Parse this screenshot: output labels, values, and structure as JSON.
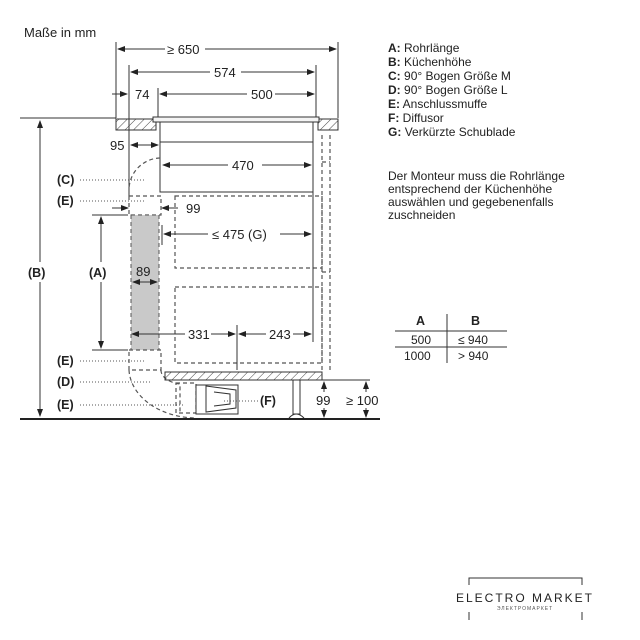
{
  "title": "Maße in mm",
  "dimensions": {
    "d650": "≥ 650",
    "d574": "574",
    "d74": "74",
    "d500": "500",
    "d95": "95",
    "d470": "470",
    "d99a": "99",
    "d475": "≤ 475 (G)",
    "d89": "89",
    "d331": "331",
    "d243": "243",
    "d99b": "99",
    "d100": "≥ 100"
  },
  "callouts": {
    "A": "(A)",
    "B": "(B)",
    "C": "(C)",
    "E1": "(E)",
    "E2": "(E)",
    "D": "(D)",
    "E3": "(E)",
    "F": "(F)"
  },
  "legend": [
    {
      "key": "A:",
      "text": "Rohrlänge"
    },
    {
      "key": "B:",
      "text": "Küchenhöhe"
    },
    {
      "key": "C:",
      "text": "90° Bogen Größe M"
    },
    {
      "key": "D:",
      "text": "90° Bogen Größe L"
    },
    {
      "key": "E:",
      "text": "Anschlussmuffe"
    },
    {
      "key": "F:",
      "text": "Diffusor"
    },
    {
      "key": "G:",
      "text": "Verkürzte Schublade"
    }
  ],
  "note": [
    "Der Monteur muss die Rohrlänge",
    "entsprechend der Küchenhöhe",
    "auswählen und gegebenenfalls",
    "zuschneiden"
  ],
  "table": {
    "headers": [
      "A",
      "B"
    ],
    "rows": [
      [
        "500",
        "≤ 940"
      ],
      [
        "1000",
        "> 940"
      ]
    ]
  },
  "logo": {
    "name": "ELECTRO MARKET",
    "tagline": "ЭЛЕКТРОМАРКЕТ"
  }
}
